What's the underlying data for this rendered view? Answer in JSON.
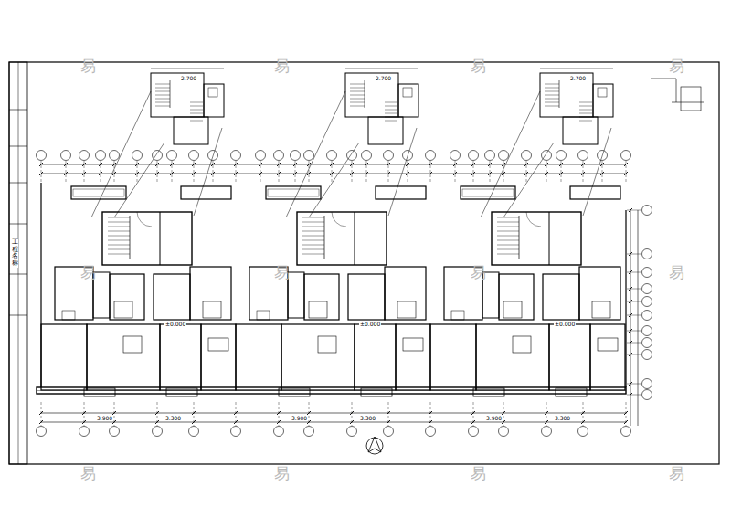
{
  "diagram": {
    "labels": [
      "工程名称",
      "易",
      "易",
      "易",
      "易",
      "易",
      "易",
      "易",
      "易",
      "易",
      "易",
      "易",
      "易",
      "2.700",
      "2.700",
      "2.700",
      "±0.000",
      "±0.000",
      "±0.000",
      "3.900",
      "3.300",
      "3.900",
      "3.300",
      "3.900",
      "3.300"
    ]
  }
}
